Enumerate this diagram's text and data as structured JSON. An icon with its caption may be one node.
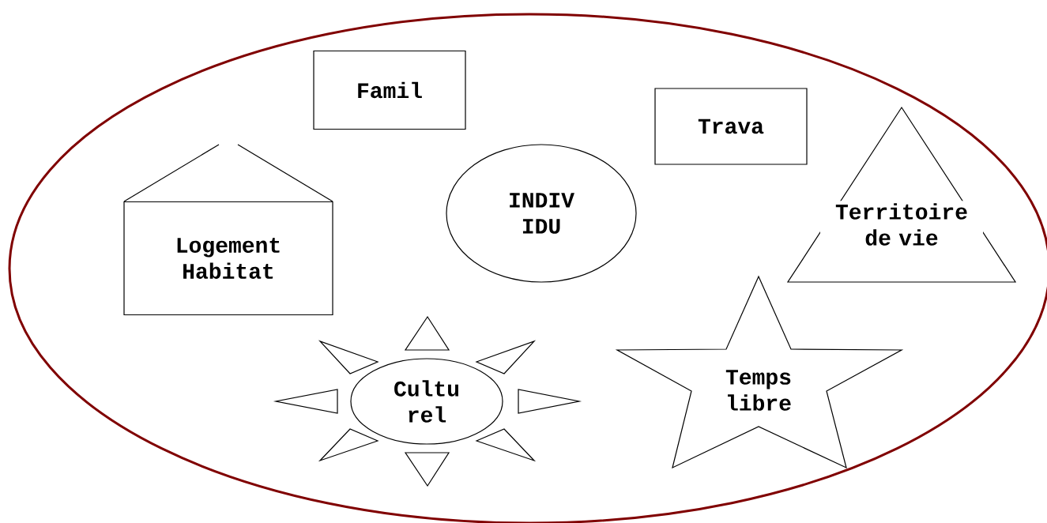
{
  "diagram": {
    "nodes": [
      {
        "text": [],
        "shape": "ellipse"
      },
      {
        "text": [
          "Famil"
        ],
        "in": 0
      },
      {
        "text": [
          "Trava"
        ],
        "in": 0
      },
      {
        "text": [
          "Territoire de vie"
        ],
        "in": 0
      },
      {
        "text": [
          "Logement Habitat"
        ],
        "in": 0
      },
      {
        "text": [
          "INDIV IDU"
        ],
        "in": 0
      },
      {
        "text": [
          "Temps libre"
        ],
        "in": 0
      },
      {
        "text": [
          "Cultu rel"
        ],
        "in": 0
      }
    ]
  }
}
